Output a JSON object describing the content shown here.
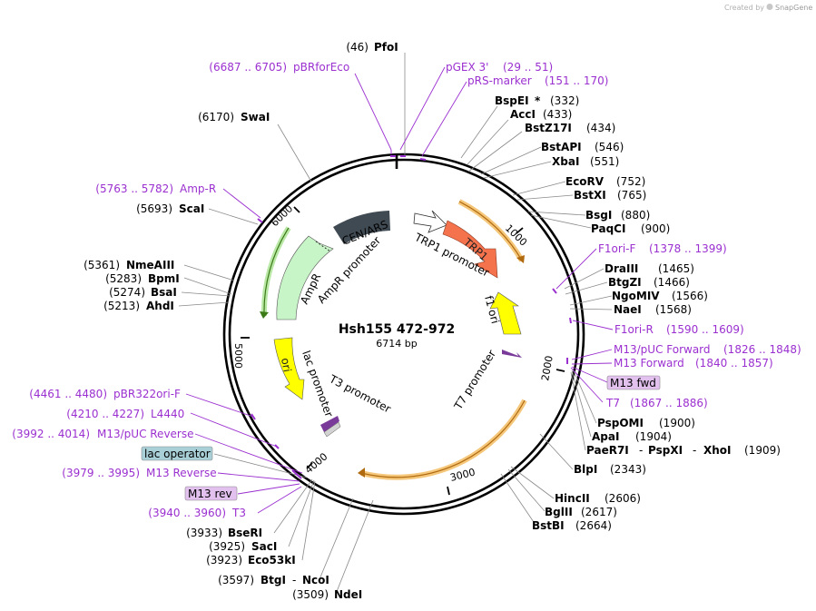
{
  "watermark": {
    "prefix": "Created by",
    "brand": "SnapGene"
  },
  "plasmid": {
    "name": "Hsh155 472-972",
    "length": "6714 bp"
  },
  "scale_ticks": [
    "1000",
    "2000",
    "3000",
    "4000",
    "5000",
    "6000"
  ],
  "features": {
    "cen_ars": "CEN/ARS",
    "trp1": "TRP1",
    "trp1_promoter": "TRP1 promoter",
    "f1_ori": "f1 ori",
    "ampr": "AmpR",
    "ampr_promoter": "AmpR promoter",
    "ori": "ori",
    "lac_promoter": "lac promoter",
    "t3_promoter": "T3 promoter",
    "t7_promoter": "T7 promoter"
  },
  "labels": {
    "pfoi": {
      "pos": "(46)",
      "name": "PfoI"
    },
    "pbrforeco": {
      "pos": "(6687 .. 6705)",
      "name": "pBRforEco"
    },
    "pgex3": {
      "name": "pGEX 3'",
      "pos": "(29 .. 51)"
    },
    "prs_marker": {
      "name": "pRS-marker",
      "pos": "(151 .. 170)"
    },
    "bspei": {
      "name": "BspEI",
      "star": "*",
      "pos": "(332)"
    },
    "acci": {
      "name": "AccI",
      "pos": "(433)"
    },
    "bstz17i": {
      "name": "BstZ17I",
      "pos": "(434)"
    },
    "bstapi": {
      "name": "BstAPI",
      "pos": "(546)"
    },
    "xbai": {
      "name": "XbaI",
      "pos": "(551)"
    },
    "ecorv": {
      "name": "EcoRV",
      "pos": "(752)"
    },
    "bstxi": {
      "name": "BstXI",
      "pos": "(765)"
    },
    "bsgi": {
      "name": "BsgI",
      "pos": "(880)"
    },
    "paqci": {
      "name": "PaqCI",
      "pos": "(900)"
    },
    "f1ori_f": {
      "name": "F1ori-F",
      "pos": "(1378 .. 1399)"
    },
    "draiii": {
      "name": "DraIII",
      "pos": "(1465)"
    },
    "btgzi": {
      "name": "BtgZI",
      "pos": "(1466)"
    },
    "ngomiv": {
      "name": "NgoMIV",
      "pos": "(1566)"
    },
    "naei": {
      "name": "NaeI",
      "pos": "(1568)"
    },
    "f1ori_r": {
      "name": "F1ori-R",
      "pos": "(1590 .. 1609)"
    },
    "m13puc_fwd": {
      "name": "M13/pUC Forward",
      "pos": "(1826 .. 1848)"
    },
    "m13_forward": {
      "name": "M13 Forward",
      "pos": "(1840 .. 1857)"
    },
    "m13_fwd_box": {
      "name": "M13 fwd"
    },
    "t7": {
      "name": "T7",
      "pos": "(1867 .. 1886)"
    },
    "pspomi": {
      "name": "PspOMI",
      "pos": "(1900)"
    },
    "apai": {
      "name": "ApaI",
      "pos": "(1904)"
    },
    "paer7i": {
      "name1": "PaeR7I",
      "sep1": "-",
      "name2": "PspXI",
      "sep2": "-",
      "name3": "XhoI",
      "pos": "(1909)"
    },
    "blpi": {
      "name": "BlpI",
      "pos": "(2343)"
    },
    "hincii": {
      "name": "HincII",
      "pos": "(2606)"
    },
    "bglii": {
      "name": "BglII",
      "pos": "(2617)"
    },
    "bstbi": {
      "name": "BstBI",
      "pos": "(2664)"
    },
    "ndei": {
      "pos": "(3509)",
      "name": "NdeI"
    },
    "btgi_ncoi": {
      "pos": "(3597)",
      "name1": "BtgI",
      "sep": "-",
      "name2": "NcoI"
    },
    "eco53ki": {
      "pos": "(3923)",
      "name": "Eco53kI"
    },
    "saci": {
      "pos": "(3925)",
      "name": "SacI"
    },
    "bseri": {
      "pos": "(3933)",
      "name": "BseRI"
    },
    "t3": {
      "pos": "(3940 .. 3960)",
      "name": "T3"
    },
    "m13_rev_box": {
      "name": "M13 rev"
    },
    "m13_reverse": {
      "pos": "(3979 .. 3995)",
      "name": "M13 Reverse"
    },
    "lac_operator_box": {
      "name": "lac operator"
    },
    "m13puc_reverse": {
      "pos": "(3992 .. 4014)",
      "name": "M13/pUC Reverse"
    },
    "l4440": {
      "pos": "(4210 .. 4227)",
      "name": "L4440"
    },
    "pbr322ori_f": {
      "pos": "(4461 .. 4480)",
      "name": "pBR322ori-F"
    },
    "ahdi": {
      "pos": "(5213)",
      "name": "AhdI"
    },
    "bsai": {
      "pos": "(5274)",
      "name": "BsaI"
    },
    "bpmi": {
      "pos": "(5283)",
      "name": "BpmI"
    },
    "nmeaiii": {
      "pos": "(5361)",
      "name": "NmeAIII"
    },
    "scai": {
      "pos": "(5693)",
      "name": "ScaI"
    },
    "amp_r": {
      "pos": "(5763 .. 5782)",
      "name": "Amp-R"
    },
    "swai": {
      "pos": "(6170)",
      "name": "SwaI"
    }
  },
  "colors": {
    "primer": "#9b30d0",
    "trp1": "#f4724c",
    "f1_ori": "#ffff00",
    "ori": "#ffff00",
    "ampr": "#c8f5c8",
    "cen_ars": "#404a52",
    "m13_box": "#e3c1ef",
    "lac_operator_box": "#a9cfd7",
    "promoter_arc": "#f5a623"
  }
}
